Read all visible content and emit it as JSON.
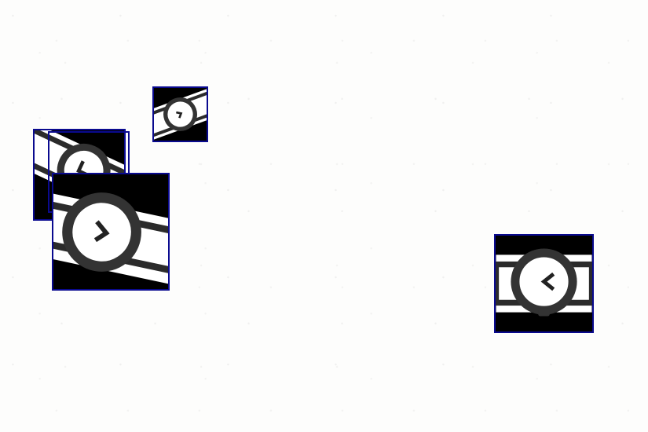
{
  "scene": {
    "background_color": "#fdfdfc",
    "box_color": "#0a0a8f",
    "objects": [
      {
        "label": "",
        "icon": "watch-icon",
        "rotation_deg": -20
      },
      {
        "label": "",
        "icon": "watch-icon",
        "rotation_deg": 25
      },
      {
        "label": "",
        "icon": "watch-icon",
        "rotation_deg": 20
      },
      {
        "label": "",
        "icon": "watch-icon",
        "rotation_deg": 12
      },
      {
        "label": "",
        "icon": "watch-icon",
        "rotation_deg": 0
      }
    ]
  }
}
